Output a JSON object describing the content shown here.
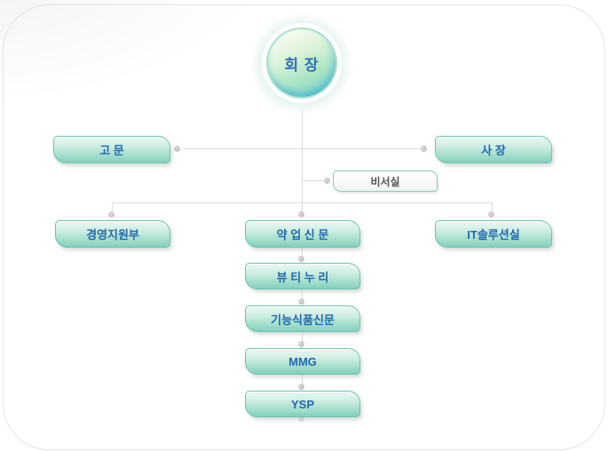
{
  "org": {
    "chairman": "회 장",
    "advisor": "고 문",
    "president": "사 장",
    "secretary_office": "비서실",
    "dept_management": "경영지원부",
    "dept_yakup": "약 업 신 문",
    "dept_it": "IT솔루션실",
    "sub_beautynury": "뷰 티 누 리",
    "sub_food_news": "기능식품신문",
    "sub_mmg": "MMG",
    "sub_ysp": "YSP"
  },
  "colors": {
    "node_text": "#2268b0",
    "node_border": "#6cc3ae",
    "node_fill_top": "#ecf8f2",
    "node_fill_bottom": "#84cfbc",
    "circle_edge_blue": "#3eb2d8",
    "connector_line": "#dcdcdc",
    "card_border": "#e4e4e6"
  }
}
